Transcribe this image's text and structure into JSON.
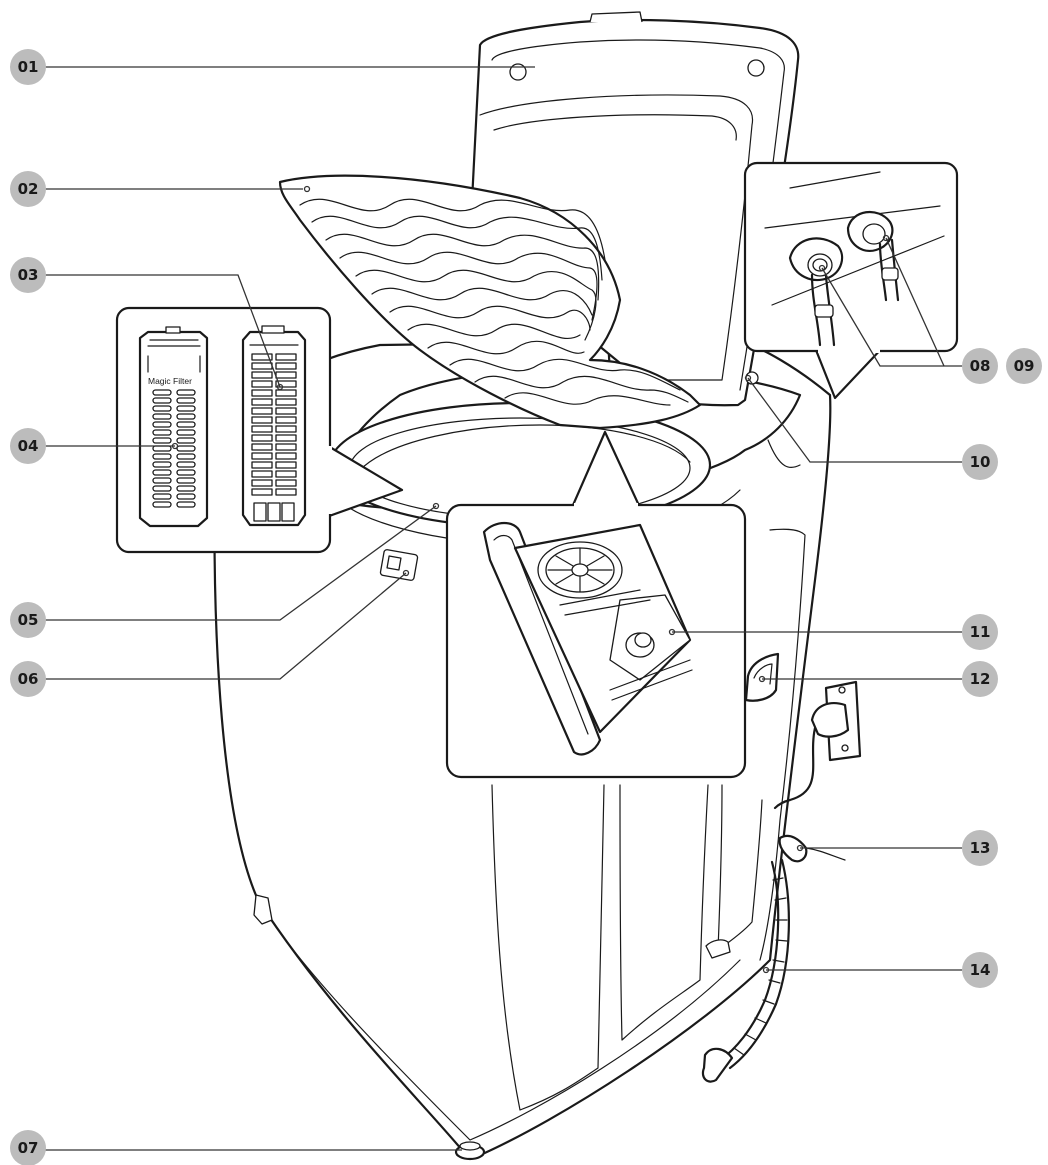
{
  "callouts": [
    {
      "id": "01"
    },
    {
      "id": "02"
    },
    {
      "id": "03"
    },
    {
      "id": "04"
    },
    {
      "id": "05"
    },
    {
      "id": "06"
    },
    {
      "id": "07"
    },
    {
      "id": "08"
    },
    {
      "id": "09"
    },
    {
      "id": "10"
    },
    {
      "id": "11"
    },
    {
      "id": "12"
    },
    {
      "id": "13"
    },
    {
      "id": "14"
    }
  ],
  "filter_label": "Magic Filter",
  "colors": {
    "badge": "#bcbcbc",
    "line": "#1a1a1a",
    "background": "#ffffff"
  }
}
